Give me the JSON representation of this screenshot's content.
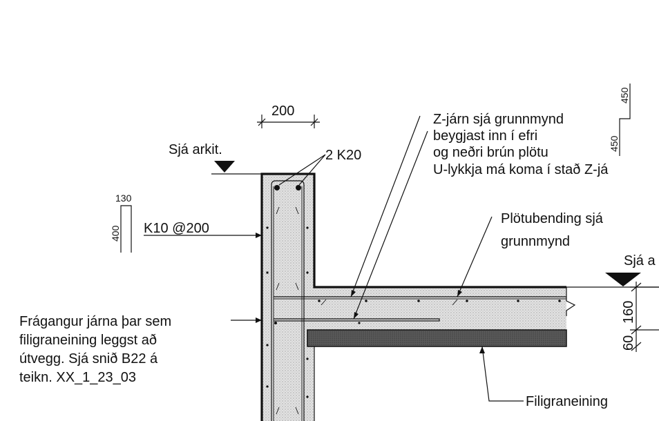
{
  "labels": {
    "dim_top": "200",
    "sja_arkit_left": "Sjá arkit.",
    "two_k20": "2 K20",
    "stirrup_a": "130",
    "stirrup_b": "400",
    "k10": "K10 @200",
    "zjarn": [
      "Z-járn sjá grunnmynd",
      "beygjast inn í efri",
      "og neðri brún plötu",
      "U-lykkja má koma í stað Z-já"
    ],
    "zbar_a": "450",
    "zbar_b": "450",
    "plotubending": [
      "Plötubending sjá",
      "grunnmynd"
    ],
    "sja_a_right": "Sjá a",
    "dim_160": "160",
    "dim_60": "60",
    "fragangur": [
      "Frágangur járna þar sem",
      "filigraneining leggst að",
      "útvegg. Sjá snið B22 á",
      "teikn. XX_1_23_03"
    ],
    "filigraneining": "Filigraneining"
  },
  "colors": {
    "ink": "#111111",
    "concrete": "#dcdcdc",
    "precast": "#555555"
  }
}
